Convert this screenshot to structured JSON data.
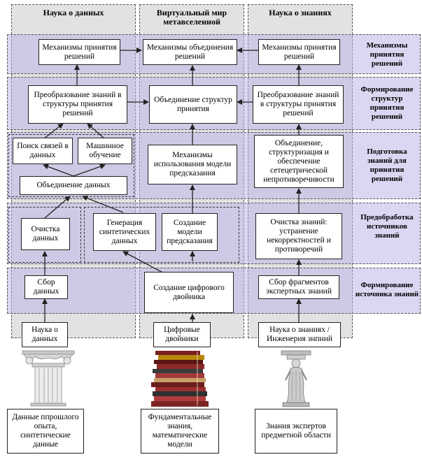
{
  "columns": {
    "data_science": "Наука о данных",
    "virtual_world": "Виртуальный мир метавселенной",
    "knowledge_science": "Наука о знаниях"
  },
  "rows": {
    "r1": "Механизмы принятия решений",
    "r2": "Формирование структур принятия решений",
    "r3": "Подготовка знаний для принятия решений",
    "r4": "Предобработка источников знаний",
    "r5": "Формирование источника знаний"
  },
  "boxes": {
    "left_r1": "Механизмы принятия решений",
    "mid_r1": "Механизмы объединения решений",
    "right_r1": "Механизмы принятия решений",
    "left_r2": "Преобразование знаний в структуры принятия решений",
    "mid_r2": "Объединение структур принятия",
    "right_r2": "Преобразование знаний в структуры принятия решений",
    "left_r3_search": "Поиск связей в данных",
    "left_r3_ml": "Машинное обучение",
    "left_r3_union": "Объединение данных",
    "mid_r3": "Механизмы использования модели предсказания",
    "right_r3": "Объединение, структуризация и обеспечение сетецетрической непротиворечивости",
    "left_r4_clean": "Очистка данных",
    "left_r4_gen": "Генерация синтетических данных",
    "mid_r4": "Создание модели предсказания",
    "right_r4": "Очистка знаний: устранение некорректностей и противоречий",
    "left_r5": "Сбор данных",
    "mid_r5": "Создание цифрового двойника",
    "right_r5": "Сбор фрагментов экспертных знаний",
    "left_source": "Наука о данных",
    "mid_source": "Цифровые двойники",
    "right_source": "Наука о знаниях /Инженерия знпний"
  },
  "bottom": {
    "left": "Данные ппрошлого опыта, синтетические данные",
    "mid": "Фундаментальные знания, математические модели",
    "right": "Знания экспертов предметной области"
  },
  "colors": {
    "column_bg": "#e2e2e2",
    "band_bg": "#b9b7e6",
    "box_bg": "#ffffff",
    "line": "#222222"
  },
  "icons": {
    "left_illustration": "greek-column-icon",
    "mid_illustration": "book-stack-icon",
    "right_illustration": "caryatid-statue-icon"
  }
}
